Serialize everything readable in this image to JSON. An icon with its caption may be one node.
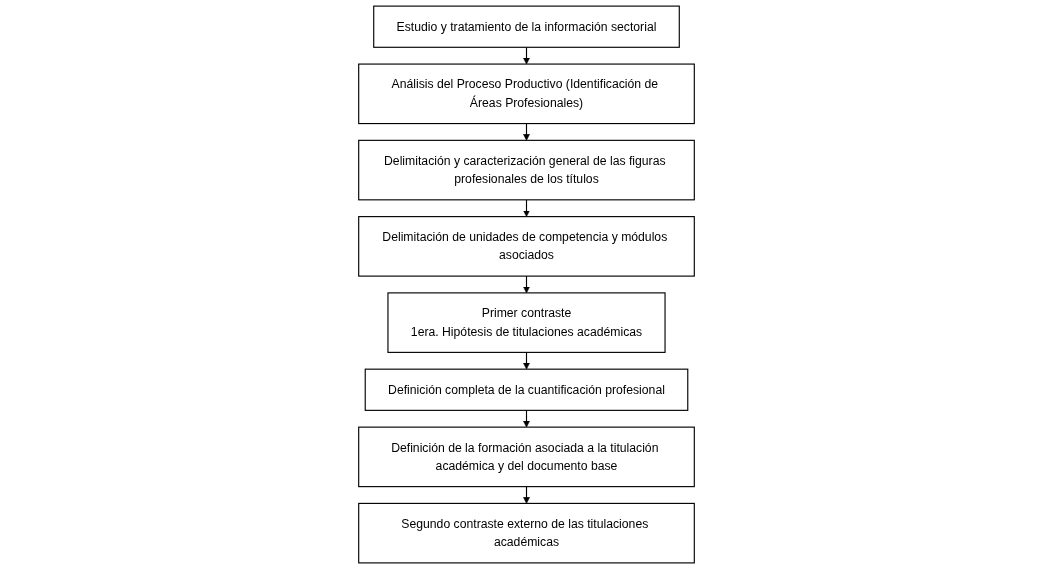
{
  "diagram": {
    "nodes": [
      {
        "text": [
          "Estudio y tratamiento de la información sectorial"
        ]
      },
      {
        "text": [
          "Análisis del Proceso Productivo (Identificación de Áreas Profesionales)"
        ]
      },
      {
        "text": [
          "Delimitación y caracterización general de las figuras profesionales de los títulos"
        ]
      },
      {
        "text": [
          "Delimitación de unidades de competencia y módulos asociados"
        ]
      },
      {
        "text": [
          "Primer contraste",
          "1era. Hipótesis de titulaciones académicas"
        ]
      },
      {
        "text": [
          "Definición completa de la cuantificación profesional"
        ]
      },
      {
        "text": [
          "Definición de la formación asociada a la titulación académica y del documento base"
        ]
      },
      {
        "text": [
          "Segundo contraste externo de las titulaciones académicas"
        ]
      }
    ],
    "edges": [
      {
        "from": 0,
        "to": 1,
        "arrow": "to"
      },
      {
        "from": 1,
        "to": 2,
        "arrow": "to"
      },
      {
        "from": 2,
        "to": 3,
        "arrow": "to"
      },
      {
        "from": 3,
        "to": 4,
        "arrow": "to"
      },
      {
        "from": 4,
        "to": 5,
        "arrow": "to"
      },
      {
        "from": 5,
        "to": 6,
        "arrow": "to"
      },
      {
        "from": 6,
        "to": 7,
        "arrow": "to"
      }
    ]
  }
}
